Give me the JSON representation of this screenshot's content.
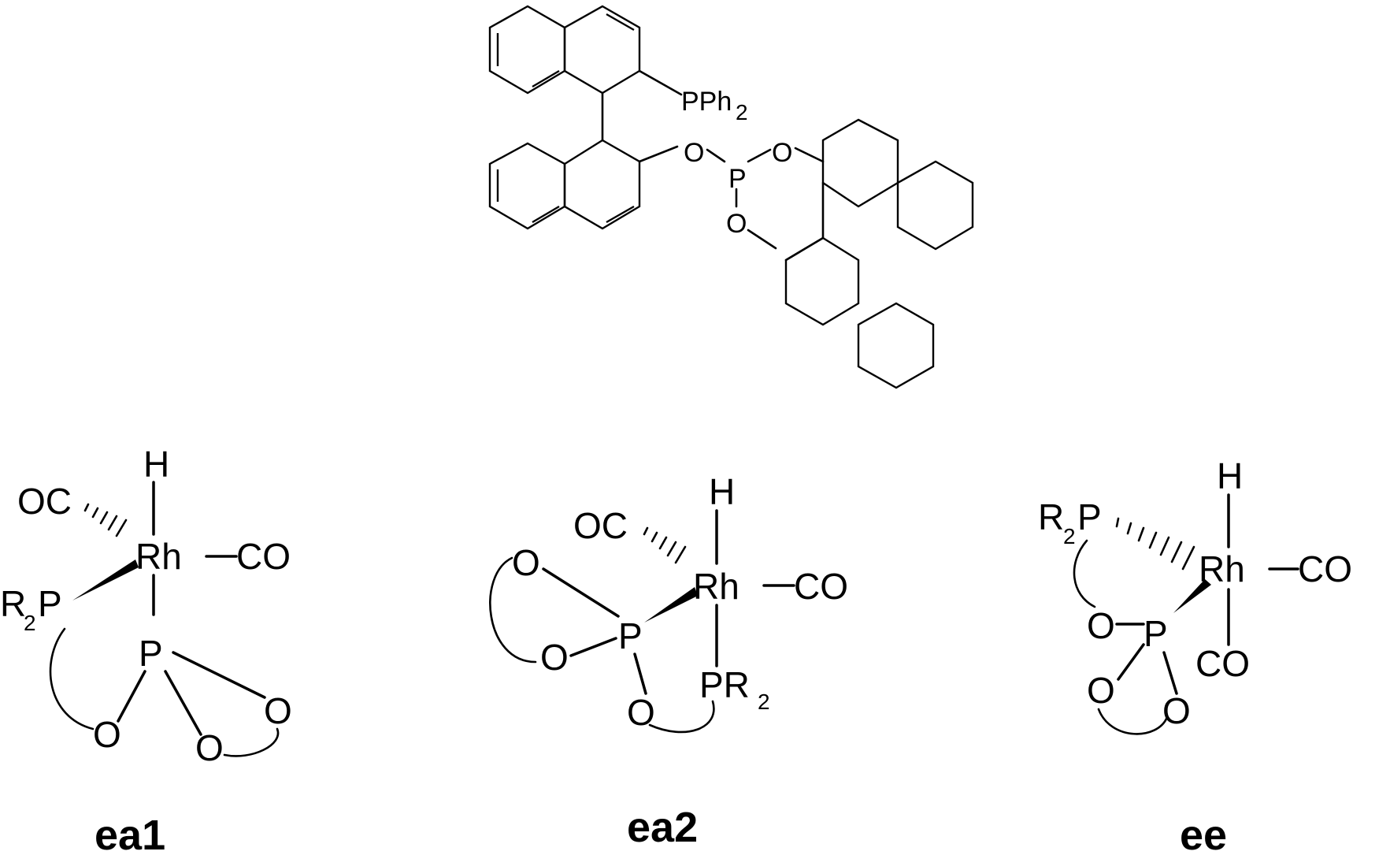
{
  "ligand": {
    "pph2_p": "PPh",
    "pph2_sub": "2",
    "o1": "O",
    "p_center": "P",
    "o2": "O",
    "o3": "O"
  },
  "ea1": {
    "caption": "ea1",
    "h": "H",
    "oc": "OC",
    "rh": "Rh",
    "co": "CO",
    "r2p_r": "R",
    "r2p_sub": "2",
    "r2p_p": "P",
    "p": "P",
    "o1": "O",
    "o2": "O",
    "o3": "O"
  },
  "ea2": {
    "caption": "ea2",
    "h": "H",
    "oc": "OC",
    "rh": "Rh",
    "co": "CO",
    "o1": "O",
    "p": "P",
    "o2": "O",
    "o3": "O",
    "pr2_p": "PR",
    "pr2_sub": "2"
  },
  "ee": {
    "caption": "ee",
    "h": "H",
    "r2p_r": "R",
    "r2p_sub": "2",
    "r2p_p": "P",
    "rh": "Rh",
    "co1": "CO",
    "co2": "CO",
    "p": "P",
    "o1": "O",
    "o2": "O",
    "o3": "O"
  }
}
